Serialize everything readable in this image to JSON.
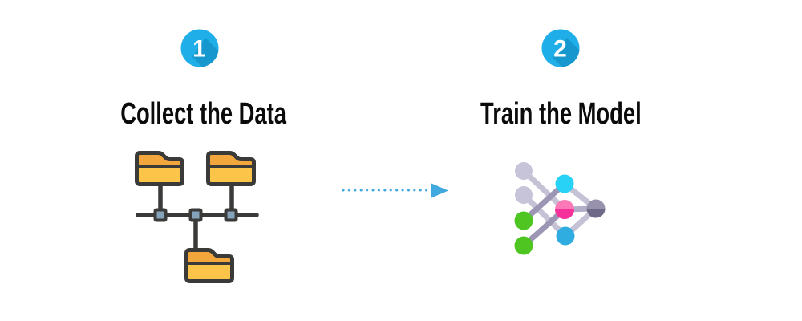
{
  "diagram": {
    "steps": [
      {
        "number": "1",
        "title": "Collect the Data",
        "icon": "folder-network-icon"
      },
      {
        "number": "2",
        "title": "Train the Model",
        "icon": "neural-network-icon"
      }
    ],
    "connector": {
      "style": "dotted-arrow",
      "direction": "right"
    }
  },
  "colors": {
    "background": "#FFFFFF",
    "badge_fill": "#1FAEE7",
    "badge_shadow": "#1697CD",
    "badge_number": "#FFFFFF",
    "title_text": "#0B0B0B",
    "arrow": "#41A8E0",
    "folder_outline": "#3A3A38",
    "folder_body": "#FCC54A",
    "folder_tab": "#F2A63C",
    "network_node_inner": "#85A3BB",
    "nn_lavender": "#C7C3D8",
    "nn_green": "#4EC520",
    "nn_cyan": "#27D2F6",
    "nn_pink_top": "#FB79B7",
    "nn_pink_bottom": "#F5309B",
    "nn_blue": "#2FACE0",
    "nn_output_top": "#9791AB",
    "nn_output_bottom": "#6E6987",
    "nn_edge_light": "#C6C2D6",
    "nn_edge_dark": "#9C96B4"
  }
}
